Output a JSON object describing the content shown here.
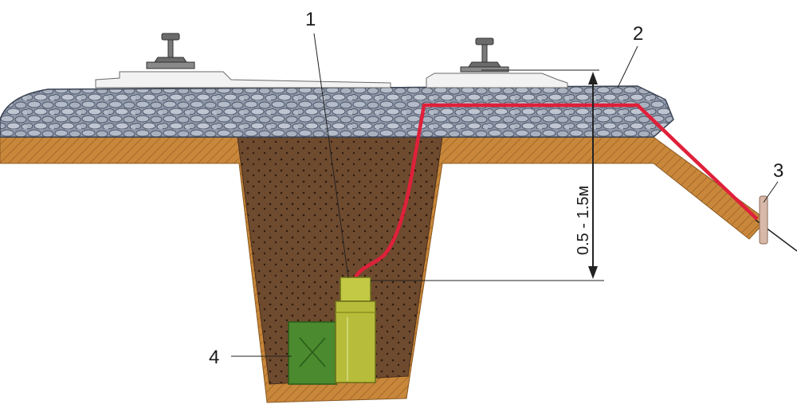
{
  "labels": {
    "callout_1": "1",
    "callout_2": "2",
    "callout_3": "3",
    "callout_4": "4"
  },
  "depth_annotation": "0.5 - 1.5м",
  "colors": {
    "soil": "#c8873a",
    "soil_dark": "#a66a2a",
    "trench_fill": "#6e4a2e",
    "ballast": "#8f98a8",
    "ballast_stone": "#b5bcc9",
    "sleeper": "#f2f2f2",
    "rail": "#6b6b6b",
    "cable": "#e0203a",
    "device_body": "#b7bd3a",
    "device_box": "#4b8a2f",
    "stake": "#d8b8a8"
  },
  "icons": {
    "rail_left": "rail-profile-icon",
    "rail_right": "rail-profile-icon",
    "device": "cylinder-device-icon",
    "box": "box-unit-icon",
    "stake": "ground-stake-icon"
  }
}
